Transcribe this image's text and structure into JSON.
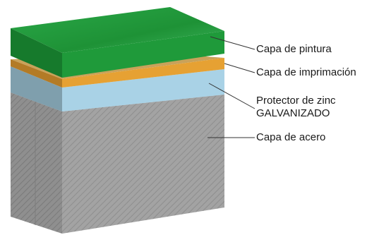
{
  "layers": {
    "paint": {
      "label": "Capa de pintura",
      "color": "#1f9a3a"
    },
    "primer": {
      "label": "Capa de imprimación",
      "color": "#e6a133"
    },
    "zinc": {
      "label_line1": "Protector de zinc",
      "label_line2": "GALVANIZADO",
      "color": "#a9d2e6"
    },
    "steel": {
      "label": "Capa de acero",
      "color": "#9b9b9b"
    }
  }
}
